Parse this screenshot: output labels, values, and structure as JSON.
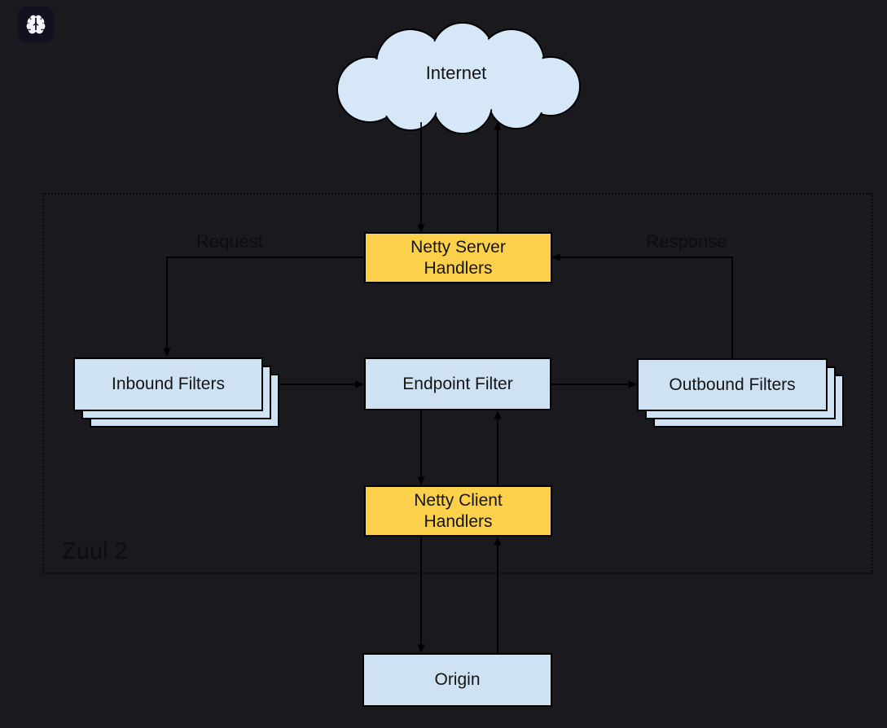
{
  "app": {
    "logo_button": {
      "icon": "brain-icon"
    }
  },
  "diagram": {
    "cloud": {
      "label": "Internet"
    },
    "container": {
      "label": "Zuul 2"
    },
    "nodes": {
      "netty_server": {
        "lines": [
          "Netty Server",
          "Handlers"
        ],
        "type": "handler"
      },
      "inbound_filters": {
        "label": "Inbound Filters",
        "type": "filter-stack"
      },
      "endpoint_filter": {
        "label": "Endpoint Filter",
        "type": "filter"
      },
      "outbound_filters": {
        "label": "Outbound Filters",
        "type": "filter-stack"
      },
      "netty_client": {
        "lines": [
          "Netty Client",
          "Handlers"
        ],
        "type": "handler"
      },
      "origin": {
        "label": "Origin",
        "type": "external"
      }
    },
    "edge_labels": {
      "request": "Request",
      "response": "Response"
    },
    "colors": {
      "background": "#1a191e",
      "handler_fill": "#fdd04b",
      "filter_fill": "#cfe2f3",
      "cloud_fill": "#d6e8f8",
      "stroke": "#000000"
    }
  }
}
